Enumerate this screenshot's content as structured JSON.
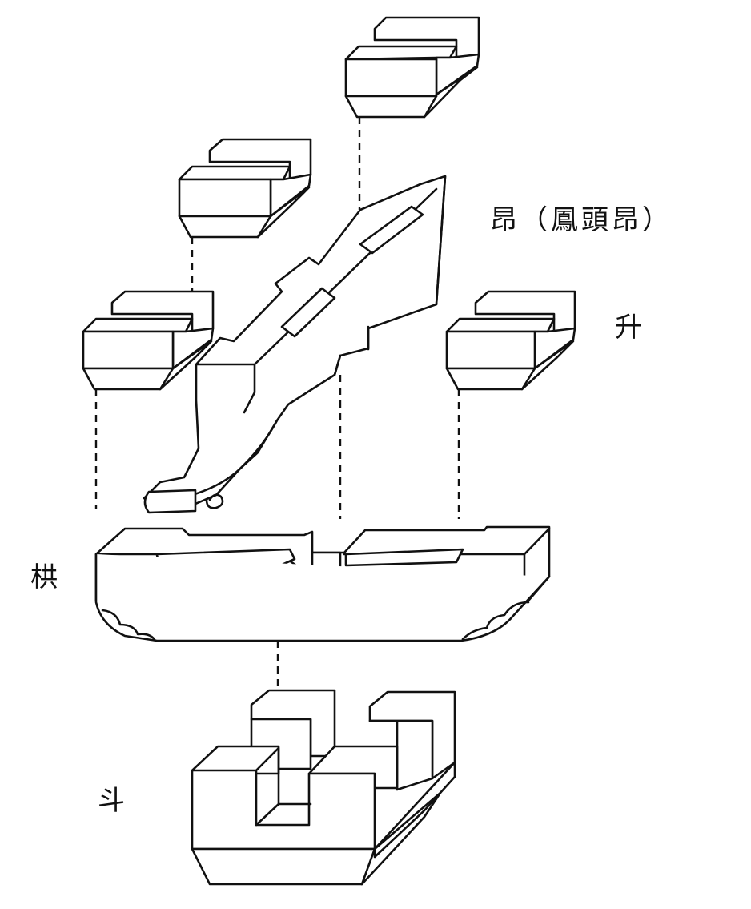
{
  "diagram": {
    "labels": {
      "ang": "昂（鳳頭昂）",
      "sheng": "升",
      "gong": "栱",
      "dou": "斗"
    },
    "parts": [
      "sheng-top",
      "sheng-upper-left",
      "sheng-mid-left",
      "sheng-right",
      "ang-arm",
      "gong-arm",
      "dou-block"
    ],
    "colors": {
      "stroke": "#111111",
      "background": "#ffffff"
    }
  }
}
